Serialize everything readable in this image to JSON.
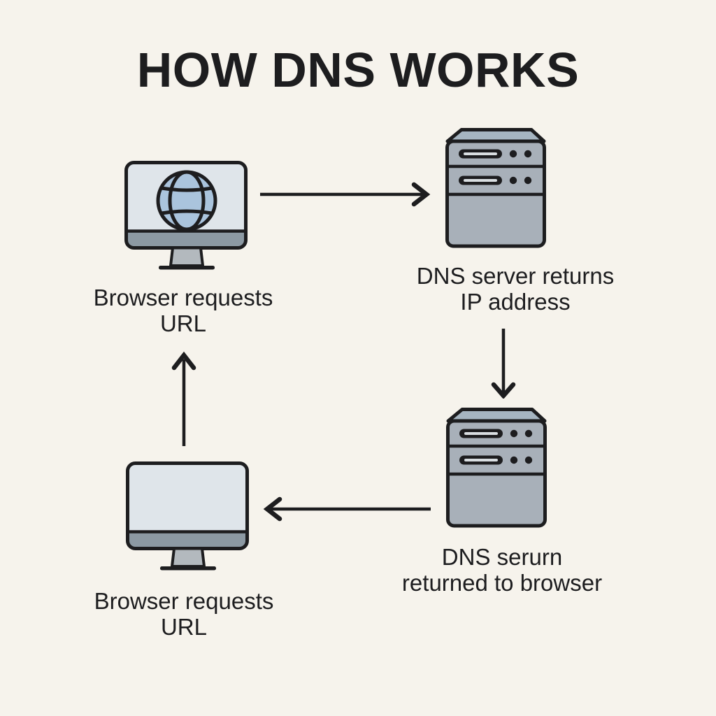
{
  "title": "HOW DNS WORKS",
  "colors": {
    "background": "#f6f3ec",
    "ink": "#1d1d1f",
    "screen": "#dfe5ea",
    "chin": "#8c99a3",
    "stand": "#b3b9be",
    "globe": "#aac4dd",
    "server_body": "#a8b0b9",
    "server_top": "#a6b5c1",
    "slot_stripe": "#d9dee1"
  },
  "nodes": [
    {
      "id": "browser-request",
      "icon": "monitor-globe",
      "label_line1": "Browser requests",
      "label_line2": "URL"
    },
    {
      "id": "dns-server",
      "icon": "server",
      "label_line1": "DNS server returns",
      "label_line2": "IP address"
    },
    {
      "id": "dns-response",
      "icon": "server",
      "label_line1": "DNS serurn",
      "label_line2": "returned to browser"
    },
    {
      "id": "browser-receive",
      "icon": "monitor",
      "label_line1": "Browser requests",
      "label_line2": "URL"
    }
  ],
  "arrows": [
    {
      "name": "browser-to-dns-server",
      "direction": "right"
    },
    {
      "name": "dns-server-to-dns-response",
      "direction": "down"
    },
    {
      "name": "dns-response-to-browser",
      "direction": "left"
    },
    {
      "name": "browser-loop-back",
      "direction": "up"
    }
  ]
}
